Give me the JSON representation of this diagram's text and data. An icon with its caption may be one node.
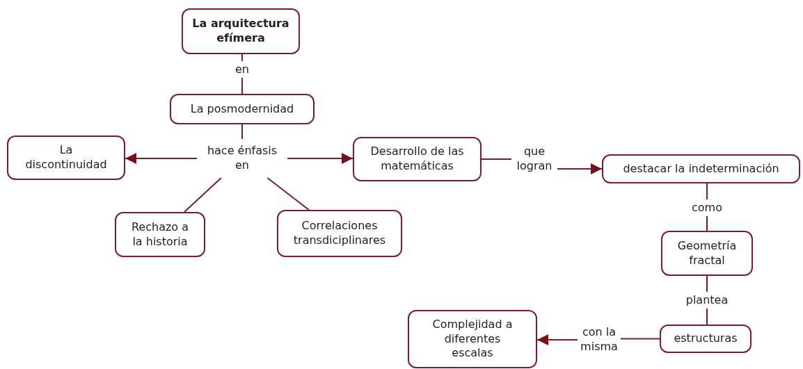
{
  "diagram": {
    "nodes": [
      {
        "text": [
          "La arquitectura efímera"
        ]
      },
      {
        "text": [
          "en"
        ]
      },
      {
        "text": [
          "La posmodernidad"
        ]
      },
      {
        "text": [
          "hace énfasis en"
        ]
      },
      {
        "text": [
          "La discontinuidad"
        ]
      },
      {
        "text": [
          "Desarrollo de las matemáticas"
        ]
      },
      {
        "text": [
          "que logran"
        ]
      },
      {
        "text": [
          "destacar la indeterminación"
        ]
      },
      {
        "text": [
          "como"
        ]
      },
      {
        "text": [
          "Geometría fractal"
        ]
      },
      {
        "text": [
          "plantea"
        ]
      },
      {
        "text": [
          "estructuras"
        ]
      },
      {
        "text": [
          "con la misma"
        ]
      },
      {
        "text": [
          "Complejidad a diferentes escalas"
        ]
      },
      {
        "text": [
          "Rechazo a la historia"
        ]
      },
      {
        "text": [
          "Correlaciones transdiciplinares"
        ]
      }
    ],
    "edges": [
      {
        "from": 0,
        "to": 1,
        "arrow": "none"
      },
      {
        "from": 1,
        "to": 2,
        "arrow": "none"
      },
      {
        "from": 2,
        "to": 3,
        "arrow": "none"
      },
      {
        "from": 3,
        "to": 4,
        "arrow": "to"
      },
      {
        "from": 3,
        "to": 5,
        "arrow": "to"
      },
      {
        "from": 3,
        "to": 14,
        "arrow": "none"
      },
      {
        "from": 3,
        "to": 15,
        "arrow": "none"
      },
      {
        "from": 5,
        "to": 6,
        "arrow": "none"
      },
      {
        "from": 6,
        "to": 7,
        "arrow": "to"
      },
      {
        "from": 7,
        "to": 8,
        "arrow": "none"
      },
      {
        "from": 8,
        "to": 9,
        "arrow": "none"
      },
      {
        "from": 9,
        "to": 10,
        "arrow": "none"
      },
      {
        "from": 10,
        "to": 11,
        "arrow": "none"
      },
      {
        "from": 11,
        "to": 12,
        "arrow": "none"
      },
      {
        "from": 12,
        "to": 13,
        "arrow": "to"
      }
    ]
  }
}
